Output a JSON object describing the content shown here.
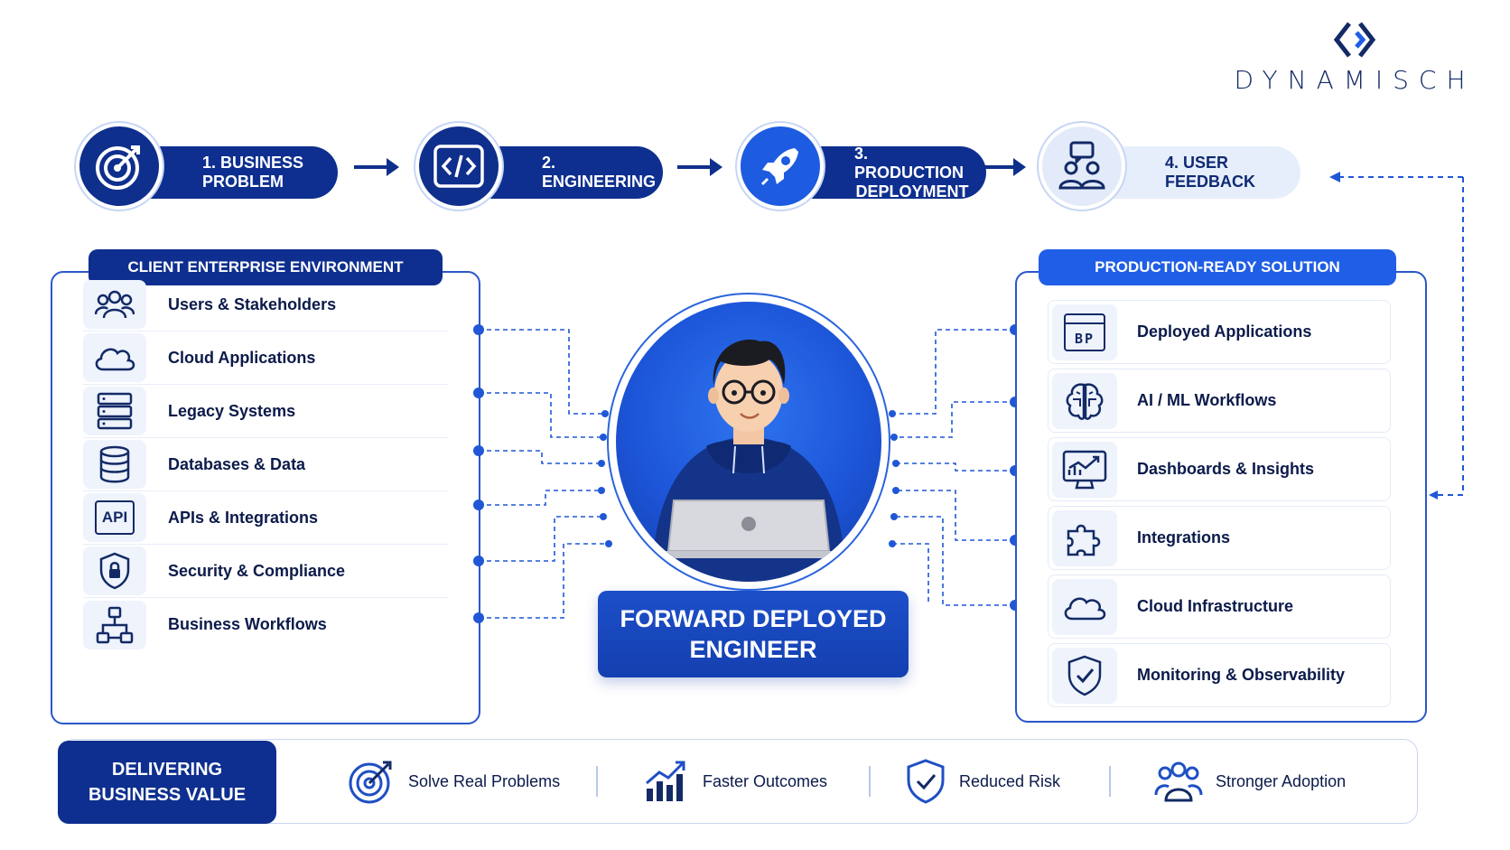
{
  "brand": {
    "name": "DYNAMISCH",
    "mark_icon": "chevron-brackets-icon"
  },
  "steps": [
    {
      "label": "1. BUSINESS PROBLEM",
      "icon": "target-icon"
    },
    {
      "label": "2. ENGINEERING",
      "icon": "code-icon"
    },
    {
      "label_line1": "3. PRODUCTION",
      "label_line2": "DEPLOYMENT",
      "icon": "rocket-icon"
    },
    {
      "label": "4. USER FEEDBACK",
      "icon": "users-chat-icon"
    }
  ],
  "client_env": {
    "title": "CLIENT ENTERPRISE ENVIRONMENT",
    "items": [
      {
        "label": "Users & Stakeholders",
        "icon": "users-icon"
      },
      {
        "label": "Cloud Applications",
        "icon": "cloud-icon"
      },
      {
        "label": "Legacy Systems",
        "icon": "server-icon"
      },
      {
        "label": "Databases & Data",
        "icon": "database-icon"
      },
      {
        "label": "APIs & Integrations",
        "icon": "api-icon",
        "icon_text": "API"
      },
      {
        "label": "Security & Compliance",
        "icon": "shield-lock-icon"
      },
      {
        "label": "Business Workflows",
        "icon": "workflow-icon"
      }
    ]
  },
  "center": {
    "title_line1": "FORWARD DEPLOYED",
    "title_line2": "ENGINEER"
  },
  "solution": {
    "title": "PRODUCTION-READY SOLUTION",
    "items": [
      {
        "label": "Deployed Applications",
        "icon": "app-window-icon",
        "icon_text": "BP"
      },
      {
        "label": "AI / ML Workflows",
        "icon": "brain-icon"
      },
      {
        "label": "Dashboards & Insights",
        "icon": "chart-monitor-icon"
      },
      {
        "label": "Integrations",
        "icon": "puzzle-icon"
      },
      {
        "label": "Cloud Infrastructure",
        "icon": "cloud-icon"
      },
      {
        "label": "Monitoring & Observability",
        "icon": "shield-check-icon"
      }
    ]
  },
  "value": {
    "title_line1": "DELIVERING",
    "title_line2": "BUSINESS VALUE",
    "items": [
      {
        "label": "Solve Real Problems",
        "icon": "target-icon"
      },
      {
        "label": "Faster Outcomes",
        "icon": "growth-chart-icon"
      },
      {
        "label": "Reduced Risk",
        "icon": "shield-check-icon"
      },
      {
        "label": "Stronger Adoption",
        "icon": "team-icon"
      }
    ]
  },
  "colors": {
    "navy": "#0e2f8f",
    "blue": "#1f5ee6",
    "light": "#eef3fc",
    "text": "#0b1a4a"
  }
}
